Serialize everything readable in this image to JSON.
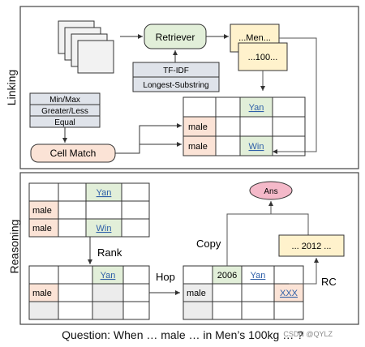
{
  "panels": {
    "linking": "Linking",
    "reasoning": "Reasoning"
  },
  "linking": {
    "retriever": "Retriever",
    "retrieval_methods": [
      "TF-IDF",
      "Longest-Substring"
    ],
    "doc_snippets": [
      "...Men...",
      "...100..."
    ],
    "operations": [
      "Min/Max",
      "Greater/Less",
      "Equal"
    ],
    "cell_match": "Cell Match",
    "table_cells": {
      "header_link": "Yan",
      "row_labels": [
        "male",
        "male"
      ],
      "row_link": "Win"
    }
  },
  "reasoning": {
    "left_table": {
      "header_link": "Yan",
      "row_labels": [
        "male",
        "male"
      ],
      "row_link": "Win"
    },
    "rank": "Rank",
    "ranked_table": {
      "header_link": "Yan",
      "row_label": "male"
    },
    "hop": "Hop",
    "hop_table": {
      "year": "2006",
      "header_link": "Yan",
      "row_label": "male",
      "row_link": "XXX"
    },
    "copy": "Copy",
    "rc": "RC",
    "answer": "Ans",
    "answer_snippet": "... 2012 ..."
  },
  "question": "Question: When … male … in Men’s 100kg … ?",
  "watermark": "CSDN @QYLZ",
  "colors": {
    "retriever_fill": "#e2efd9",
    "method_fill": "#dfe3ea",
    "doc_fill": "#fff2cc",
    "match_fill": "#fbe3d6",
    "answer_fill": "#f4b9c9",
    "link_text": "#2e5fa8",
    "header_cell": "#e2efd9",
    "row_cell": "#fbe3d6",
    "gray_cell": "#ececec"
  }
}
